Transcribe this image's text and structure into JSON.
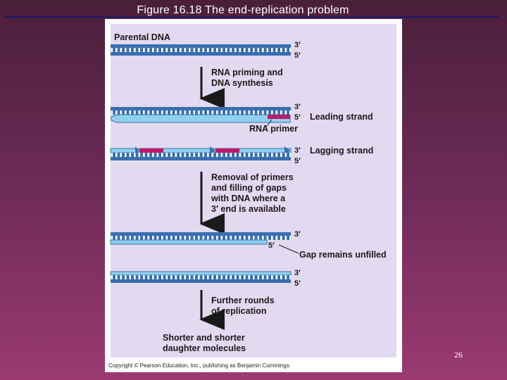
{
  "slide": {
    "title": "Figure 16.18  The end-replication problem",
    "number": "26"
  },
  "figure": {
    "parental_label": "Parental DNA",
    "step1_line1": "RNA priming and",
    "step1_line2": "DNA synthesis",
    "leading_strand": "Leading strand",
    "rna_primer": "RNA primer",
    "lagging_strand": "Lagging strand",
    "step2_line1": "Removal of primers",
    "step2_line2": "and filling of gaps",
    "step2_line3": "with DNA where a",
    "step2_line4": "3′ end is available",
    "gap_label": "Gap remains unfilled",
    "step3_line1": "Further rounds",
    "step3_line2": "of replication",
    "final_line1": "Shorter and shorter",
    "final_line2": "daughter molecules",
    "end_3": "3′",
    "end_5": "5′",
    "copyright": "Copyright © Pearson Education, Inc., publishing as Benjamin Cummings."
  },
  "colors": {
    "parental_strand": "#3a6fb0",
    "new_strand": "#8fd0ee",
    "primer": "#c0186a",
    "arrow": "#1a1a1a"
  }
}
